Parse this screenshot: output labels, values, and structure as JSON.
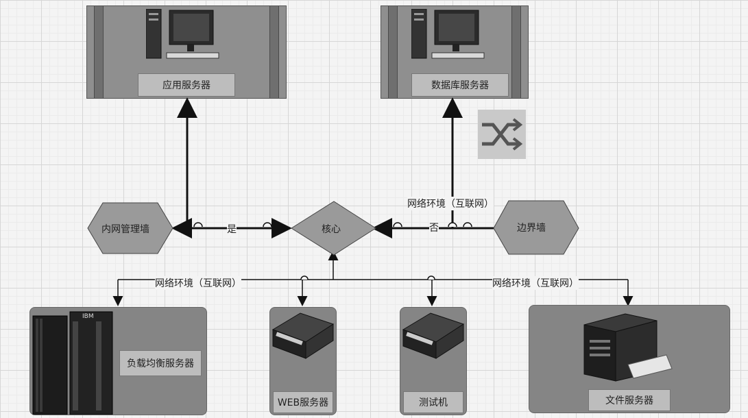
{
  "nodes": {
    "app_server": "应用服务器",
    "db_server": "数据库服务器",
    "internal_firewall": "内网管理墙",
    "core": "核心",
    "border_firewall": "边界墙",
    "load_balancer": "负载均衡服务器",
    "web_server": "WEB服务器",
    "test_machine": "测试机",
    "file_server": "文件服务器"
  },
  "edges": {
    "yes": "是",
    "no": "否",
    "internet_top": "网络环境（互联网）",
    "internet_left": "网络环境（互联网）",
    "internet_right": "网络环境（互联网）"
  },
  "ibm_logo": "IBM",
  "colors": {
    "box_fill": "#8f8f8f",
    "label_fill": "#bdbdbd",
    "line": "#111111",
    "diamond": "#9a9a9a"
  }
}
